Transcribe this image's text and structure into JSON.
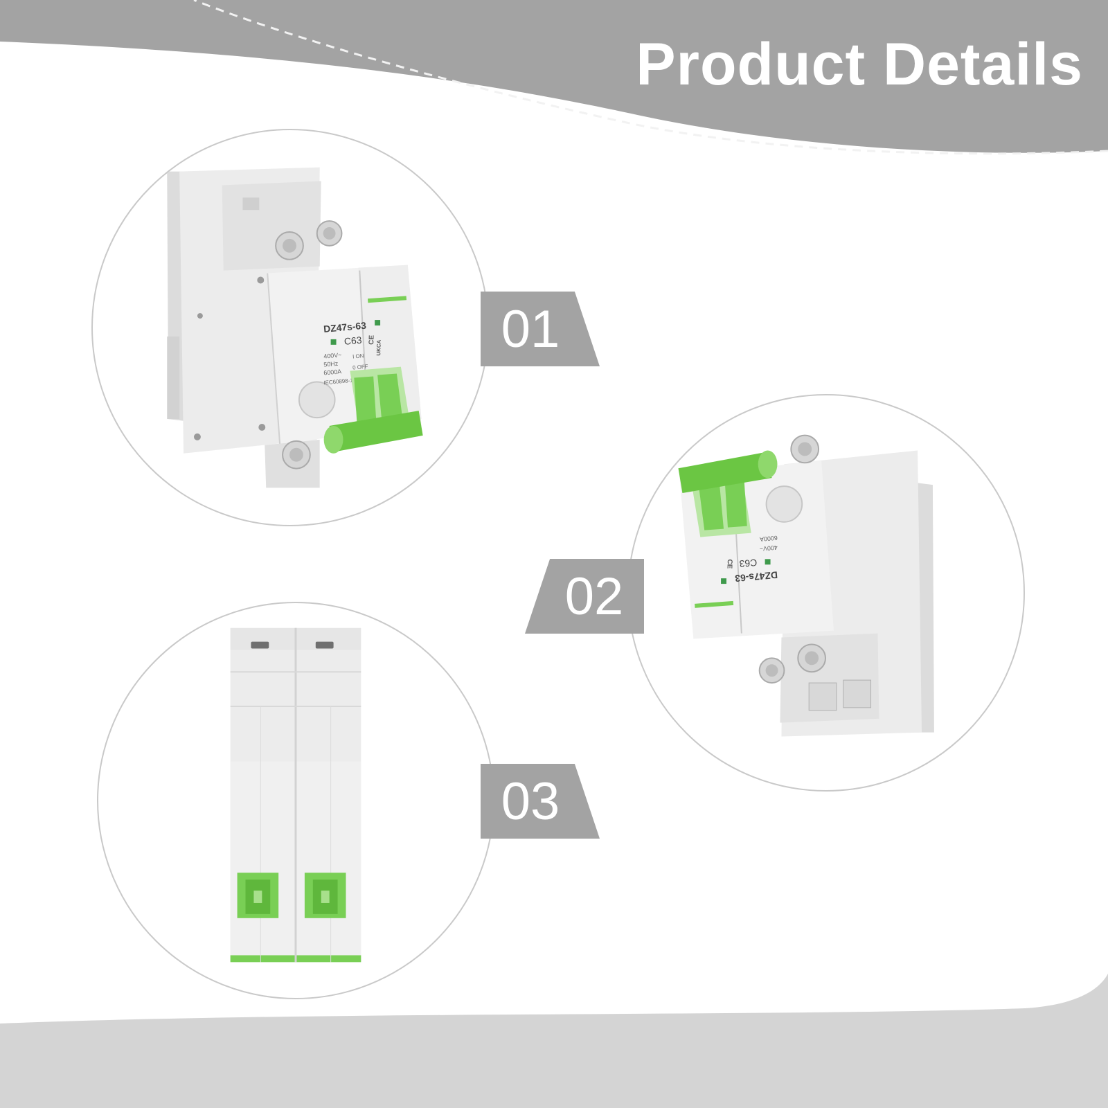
{
  "page": {
    "title": "Product Details"
  },
  "colors": {
    "banner_gray": "#a3a3a3",
    "breaker_green": "#79cf55",
    "handle_green": "#6bc643",
    "body_gray": "#e9e9e9"
  },
  "details": [
    {
      "number": "01"
    },
    {
      "number": "02"
    },
    {
      "number": "03"
    }
  ],
  "label": {
    "model": "DZ47s-63",
    "rating": "C63",
    "voltage": "400V~",
    "frequency": "50Hz",
    "capacity": "6000A",
    "standard": "IEC60898-1",
    "on": "I ON",
    "off": "0 OFF",
    "ce": "CE",
    "ukca": "UKCA"
  }
}
